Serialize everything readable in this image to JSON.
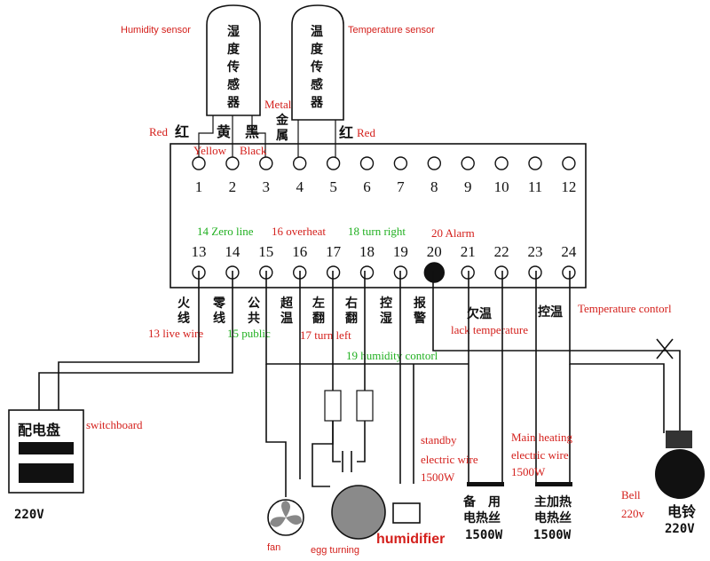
{
  "sensors": {
    "humidity_label": "Humidity sensor",
    "humidity_cn": [
      "湿",
      "度",
      "传",
      "感",
      "器"
    ],
    "temperature_label": "Temperature sensor",
    "temperature_cn": [
      "温",
      "度",
      "传",
      "感",
      "器"
    ]
  },
  "top_wires": {
    "red_en_left": "Red",
    "red_cn_left": "红",
    "yellow_cn": "黄",
    "black_cn": "黑",
    "yellow_en": "Yellow",
    "black_en": "Black",
    "metal_en": "Metal",
    "metal_cn_1": "金",
    "metal_cn_2": "属",
    "red_cn_right": "红",
    "red_en_right": "Red"
  },
  "terminals_top": [
    "1",
    "2",
    "3",
    "4",
    "5",
    "6",
    "7",
    "8",
    "9",
    "10",
    "11",
    "12"
  ],
  "terminals_bottom": [
    "13",
    "14",
    "15",
    "16",
    "17",
    "18",
    "19",
    "20",
    "21",
    "22",
    "23",
    "24"
  ],
  "green_notes": {
    "zero_line": "14 Zero line",
    "turn_right": "18 turn right",
    "live_wire_public": "15 public",
    "humidity_control": "19 humidity contorl"
  },
  "red_notes": {
    "overheat": "16 overheat",
    "alarm": "20 Alarm",
    "live_wire": "13 live wire",
    "turn_left": "17 turn left",
    "lack_temperature": "lack temperature",
    "temperature_control": "Temperature contorl"
  },
  "bottom_cn": {
    "t13": [
      "火",
      "线"
    ],
    "t14": [
      "零",
      "线"
    ],
    "t15": [
      "公",
      "共"
    ],
    "t16": [
      "超",
      "温"
    ],
    "t17": [
      "左",
      "翻"
    ],
    "t18": [
      "右",
      "翻"
    ],
    "t19": [
      "控",
      "湿"
    ],
    "t20": [
      "报",
      "警"
    ],
    "t21_22": "欠温",
    "t23_24": "控温"
  },
  "switchboard": {
    "cn": "配电盘",
    "en": "switchboard",
    "voltage": "220V"
  },
  "standby_heater": {
    "en_1": "standby",
    "en_2": "electric wire",
    "en_3": "1500W",
    "cn_1": "备　用",
    "cn_2": "电热丝",
    "power": "1500W"
  },
  "main_heater": {
    "en_1": "Main heating",
    "en_2": "electric wire",
    "en_3": "1500W",
    "cn_1": "主加热",
    "cn_2": "电热丝",
    "power": "1500W"
  },
  "bell": {
    "en_1": "Bell",
    "en_2": "220v",
    "cn": "电铃",
    "voltage": "220V"
  },
  "devices": {
    "fan": "fan",
    "egg_turning": "egg turning",
    "humidifier": "humidifier"
  },
  "colors": {
    "red": "#d4201c",
    "green": "#22b022",
    "line": "#111111"
  }
}
